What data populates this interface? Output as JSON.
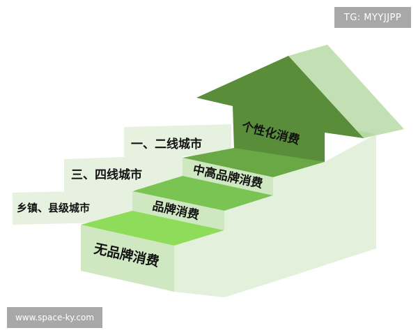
{
  "watermarks": {
    "top_right": "TG: MYYJJPP",
    "bottom_left": "www.space-ky.com"
  },
  "city_tiers": [
    {
      "label": "一、二线城市"
    },
    {
      "label": "三、四线城市"
    },
    {
      "label": "乡镇、县级城市"
    }
  ],
  "steps": [
    {
      "label": "无品牌消费"
    },
    {
      "label": "品牌消费"
    },
    {
      "label": "中高品牌消费"
    },
    {
      "label": "个性化消费"
    }
  ],
  "colors": {
    "background": "#ffffff",
    "step_top_1": "#8fdc5a",
    "step_top_2": "#7ac454",
    "step_top_3": "#6aa846",
    "arrow_front": "#5a8d3a",
    "arrow_side": "#c2e0b4",
    "block_front": "#cfe8c2",
    "block_side": "#e3f1dc",
    "tier_banner": "#e6f1df",
    "watermark_bg": "#a8a8a8"
  }
}
